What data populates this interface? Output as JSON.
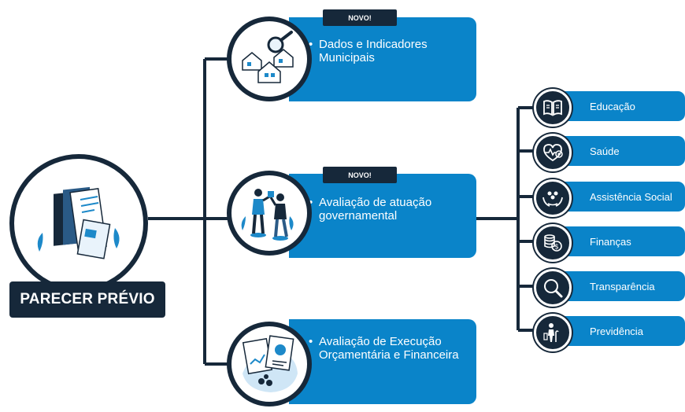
{
  "root": {
    "title": "PARECER PRÉVIO",
    "icon": "documents-icon"
  },
  "nodes": [
    {
      "badge": "NOVO!",
      "label": "Dados e Indicadores Municipais",
      "icon": "houses-magnifier-icon"
    },
    {
      "badge": "NOVO!",
      "label": "Avaliação de atuação governamental",
      "icon": "people-collaboration-icon"
    },
    {
      "badge": "",
      "label": "Avaliação de Execução Orçamentária e Financeira",
      "icon": "financial-reports-icon"
    }
  ],
  "categories": [
    {
      "label": "Educação",
      "icon": "book-icon"
    },
    {
      "label": "Saúde",
      "icon": "heart-pulse-icon"
    },
    {
      "label": "Assistência Social",
      "icon": "hands-people-icon"
    },
    {
      "label": "Finanças",
      "icon": "coins-icon"
    },
    {
      "label": "Transparência",
      "icon": "magnifier-icon"
    },
    {
      "label": "Previdência",
      "icon": "elderly-person-icon"
    }
  ],
  "colors": {
    "dark": "#16283a",
    "blue": "#0a84c9",
    "background": "#ffffff"
  }
}
